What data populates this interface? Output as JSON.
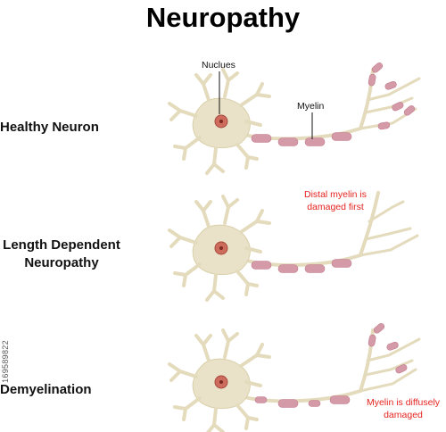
{
  "title": "Neuropathy",
  "rows": [
    {
      "label": "Healthy Neuron"
    },
    {
      "label_lines": [
        "Length Dependent",
        "Neuropathy"
      ]
    },
    {
      "label": "Demyelination"
    }
  ],
  "callouts": {
    "nucleus": "Nuclues",
    "myelin": "Myelin"
  },
  "notes": {
    "distal_lines": [
      "Distal myelin is",
      "damaged first"
    ],
    "diffuse_lines": [
      "Myelin is diffusely",
      "damaged"
    ]
  },
  "watermark_id": "169589822",
  "colors": {
    "cell_body": "#e9e2c9",
    "cell_outline": "#d9cfa9",
    "nucleus": "#cd6b5d",
    "myelin": "#d59aa8",
    "note_text": "#e5231f"
  }
}
